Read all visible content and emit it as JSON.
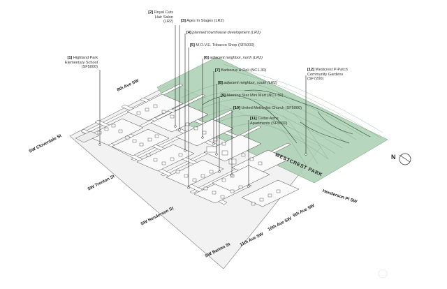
{
  "callouts": [
    {
      "num": "[1]",
      "lines": [
        "Highland Park",
        "Elementary School",
        "(SF5000)"
      ]
    },
    {
      "num": "[2]",
      "lines": [
        "Royal Cuts",
        "Hair Salon",
        "(LR2)"
      ]
    },
    {
      "num": "[3]",
      "lines": [
        "Ages In Stages (LR2)"
      ]
    },
    {
      "num": "[4]",
      "lines": [
        "planned townhouse development (LR2)"
      ]
    },
    {
      "num": "[5]",
      "lines": [
        "M.O.V.E. Tobacco Shop (SF5000)"
      ]
    },
    {
      "num": "[6]",
      "lines": [
        "adjacent neighbor, north (LR2)"
      ]
    },
    {
      "num": "[7]",
      "lines": [
        "Barbecue & Deli (NC1-30)"
      ]
    },
    {
      "num": "[8]",
      "lines": [
        "adjacent neighbor, south (LR2)"
      ]
    },
    {
      "num": "[9]",
      "lines": [
        "Morning Star Mini Mart (NC1-30)"
      ]
    },
    {
      "num": "[10]",
      "lines": [
        "United Methodist Church (SF5000)"
      ]
    },
    {
      "num": "[11]",
      "lines": [
        "Cedar Arms",
        "Apartments (SF5000)"
      ]
    },
    {
      "num": "[12]",
      "lines": [
        "Westcrest P-Patch",
        "Community Gardens",
        "(SF7200)"
      ]
    }
  ],
  "streets": {
    "s8th": "8th Ave SW",
    "cloverdale": "SW Cloverdale St",
    "trenton": "SW Trenton St",
    "henderson": "SW Henderson St",
    "barton": "SW Barton St",
    "s11th": "11th Ave SW",
    "s10th": "10th Ave SW",
    "s9th": "9th Ave SW",
    "hendersonpl": "Henderson Pl SW",
    "park": "WESTCREST PARK"
  },
  "north": "N",
  "colors": {
    "park": "#a9cfb2",
    "road": "#ffffff",
    "block": "#f4f4f4",
    "line": "#333333"
  }
}
